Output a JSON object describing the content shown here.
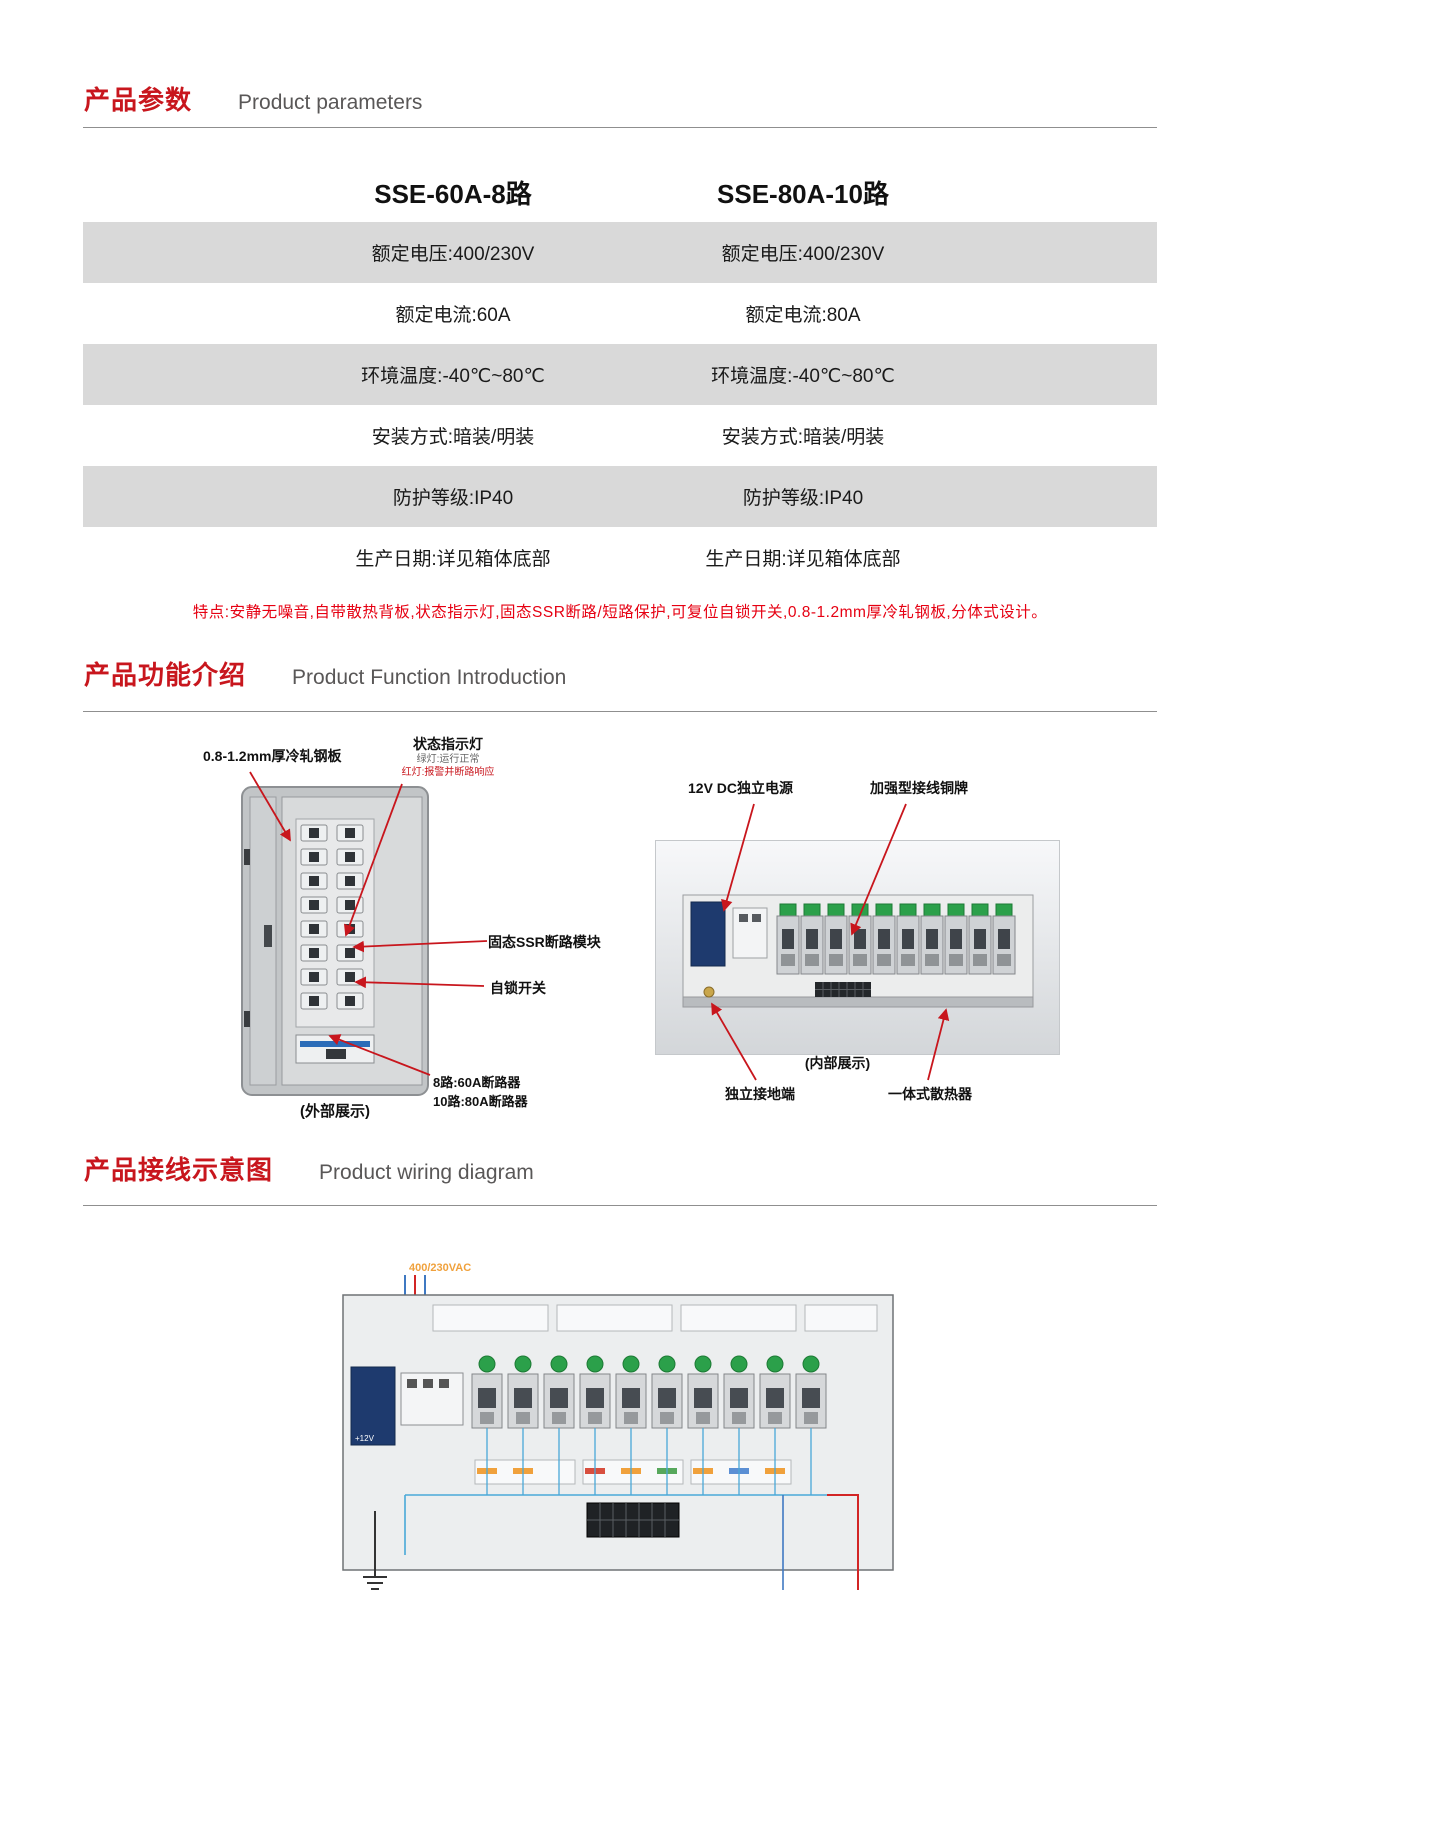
{
  "sections": {
    "params": {
      "title_cn": "产品参数",
      "title_en": "Product parameters"
    },
    "function": {
      "title_cn": "产品功能介绍",
      "title_en": "Product Function Introduction"
    },
    "wiring": {
      "title_cn": "产品接线示意图",
      "title_en": "Product wiring diagram"
    }
  },
  "products": [
    {
      "model": "SSE-60A-8路",
      "specs": [
        "额定电压:400/230V",
        "额定电流:60A",
        "环境温度:-40℃~80℃",
        "安装方式:暗装/明装",
        "防护等级:IP40",
        "生产日期:详见箱体底部"
      ]
    },
    {
      "model": "SSE-80A-10路",
      "specs": [
        "额定电压:400/230V",
        "额定电流:80A",
        "环境温度:-40℃~80℃",
        "安装方式:暗装/明装",
        "防护等级:IP40",
        "生产日期:详见箱体底部"
      ]
    }
  ],
  "features_note": "特点:安静无噪音,自带散热背板,状态指示灯,固态SSR断路/短路保护,可复位自锁开关,0.8-1.2mm厚冷轧钢板,分体式设计。",
  "function_diagram": {
    "exterior": {
      "caption": "(外部展示)",
      "labels": {
        "steel_plate": "0.8-1.2mm厚冷轧钢板",
        "status_light": "状态指示灯",
        "status_light_green": "绿灯:运行正常",
        "status_light_red": "红灯:报警并断路响应",
        "ssr_module": "固态SSR断路模块",
        "self_lock_switch": "自锁开关",
        "breaker_8": "8路:60A断路器",
        "breaker_10": "10路:80A断路器"
      }
    },
    "interior": {
      "caption": "(内部展示)",
      "labels": {
        "dc_power": "12V DC独立电源",
        "copper_bar": "加强型接线铜牌",
        "ground_terminal": "独立接地端",
        "heat_sink": "一体式散热器"
      }
    }
  },
  "wiring_diagram": {
    "voltage_label": "400/230VAC",
    "dc_label": "+12V"
  },
  "colors": {
    "accent_red": "#c8161d",
    "note_red": "#e60012",
    "row_gray": "#d9d9d9",
    "text_gray": "#595757"
  }
}
